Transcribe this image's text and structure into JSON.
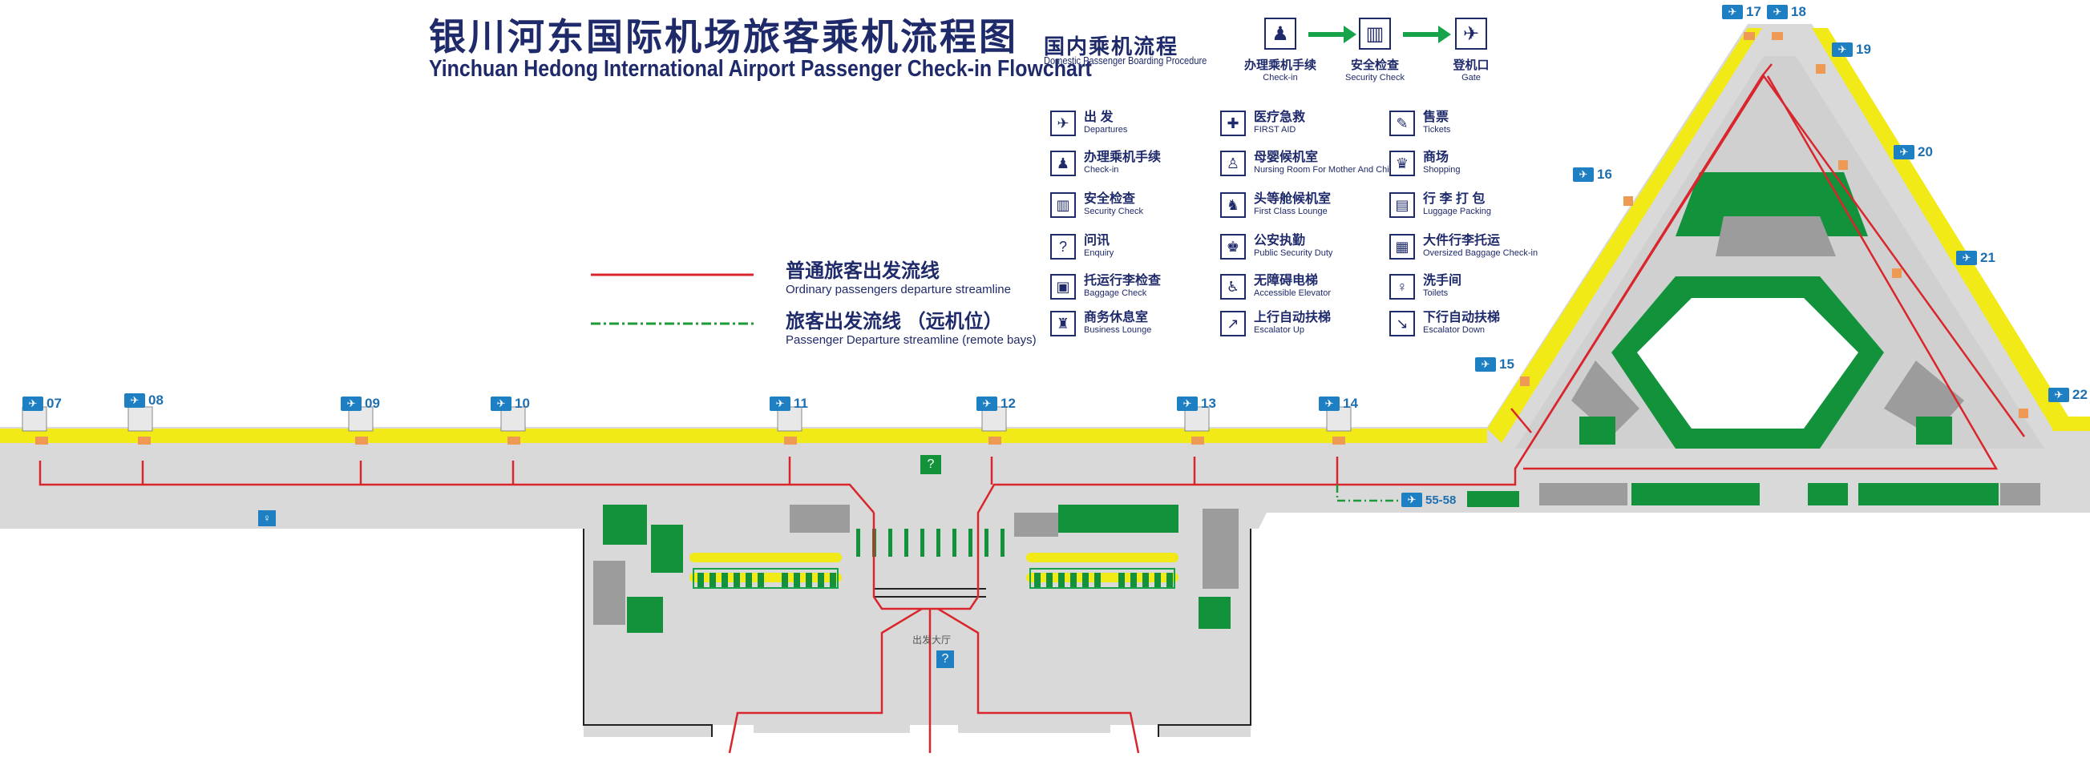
{
  "title_zh": "银川河东国际机场旅客乘机流程图",
  "title_en": "Yinchuan Hedong International Airport Passenger Check-in Flowchart",
  "flow": {
    "title_zh": "国内乘机流程",
    "title_en": "Domestic Passenger Boarding Procedure",
    "steps": [
      {
        "zh": "办理乘机手续",
        "en": "Check-in",
        "icon": "check-in-icon",
        "glyph": "♟"
      },
      {
        "zh": "安全检查",
        "en": "Security Check",
        "icon": "security-check-icon",
        "glyph": "▥"
      },
      {
        "zh": "登机口",
        "en": "Gate",
        "icon": "departure-plane-icon",
        "glyph": "✈"
      }
    ]
  },
  "legend": [
    {
      "zh": "出 发",
      "en": "Departures",
      "icon": "departures-icon",
      "glyph": "✈"
    },
    {
      "zh": "办理乘机手续",
      "en": "Check-in",
      "icon": "check-in-icon",
      "glyph": "♟"
    },
    {
      "zh": "安全检查",
      "en": "Security Check",
      "icon": "security-check-icon",
      "glyph": "▥"
    },
    {
      "zh": "问讯",
      "en": "Enquiry",
      "icon": "enquiry-icon",
      "glyph": "?"
    },
    {
      "zh": "托运行李检查",
      "en": "Baggage Check",
      "icon": "baggage-check-icon",
      "glyph": "▣"
    },
    {
      "zh": "商务休息室",
      "en": "Business Lounge",
      "icon": "business-lounge-icon",
      "glyph": "♜"
    },
    {
      "zh": "医疗急救",
      "en": "FIRST AID",
      "icon": "first-aid-icon",
      "glyph": "✚"
    },
    {
      "zh": "母婴候机室",
      "en": "Nursing Room For Mother And Children",
      "icon": "nursing-room-icon",
      "glyph": "♙"
    },
    {
      "zh": "头等舱候机室",
      "en": "First Class Lounge",
      "icon": "first-class-lounge-icon",
      "glyph": "♞"
    },
    {
      "zh": "公安执勤",
      "en": "Public Security Duty",
      "icon": "police-icon",
      "glyph": "♚"
    },
    {
      "zh": "无障碍电梯",
      "en": "Accessible Elevator",
      "icon": "accessible-elevator-icon",
      "glyph": "♿"
    },
    {
      "zh": "上行自动扶梯",
      "en": "Escalator Up",
      "icon": "escalator-up-icon",
      "glyph": "↗"
    },
    {
      "zh": "售票",
      "en": "Tickets",
      "icon": "tickets-icon",
      "glyph": "✎"
    },
    {
      "zh": "商场",
      "en": "Shopping",
      "icon": "shopping-icon",
      "glyph": "♛"
    },
    {
      "zh": "行 李 打 包",
      "en": "Luggage Packing",
      "icon": "luggage-packing-icon",
      "glyph": "▤"
    },
    {
      "zh": "大件行李托运",
      "en": "Oversized Baggage Check-in",
      "icon": "oversized-baggage-icon",
      "glyph": "▦"
    },
    {
      "zh": "洗手间",
      "en": "Toilets",
      "icon": "toilets-icon",
      "glyph": "♀"
    },
    {
      "zh": "下行自动扶梯",
      "en": "Escalator Down",
      "icon": "escalator-down-icon",
      "glyph": "↘"
    }
  ],
  "lines": {
    "ordinary_zh": "普通旅客出发流线",
    "ordinary_en": "Ordinary passengers departure streamline",
    "remote_zh": "旅客出发流线 （远机位）",
    "remote_en": "Passenger Departure streamline (remote bays)"
  },
  "gates": [
    "07",
    "08",
    "09",
    "10",
    "11",
    "12",
    "13",
    "14",
    "15",
    "16",
    "17",
    "18",
    "19",
    "20",
    "21",
    "22"
  ],
  "remote_gate": "55-58",
  "hall_label": "出发大厅",
  "colors": {
    "route": "#d9262c",
    "remote_route": "#1f9a3a",
    "floor": "#d8d8d8",
    "pier_edge": "#f2ea16",
    "green_block": "#13923c",
    "text": "#1f2a6b",
    "sign": "#1e7fc2"
  }
}
